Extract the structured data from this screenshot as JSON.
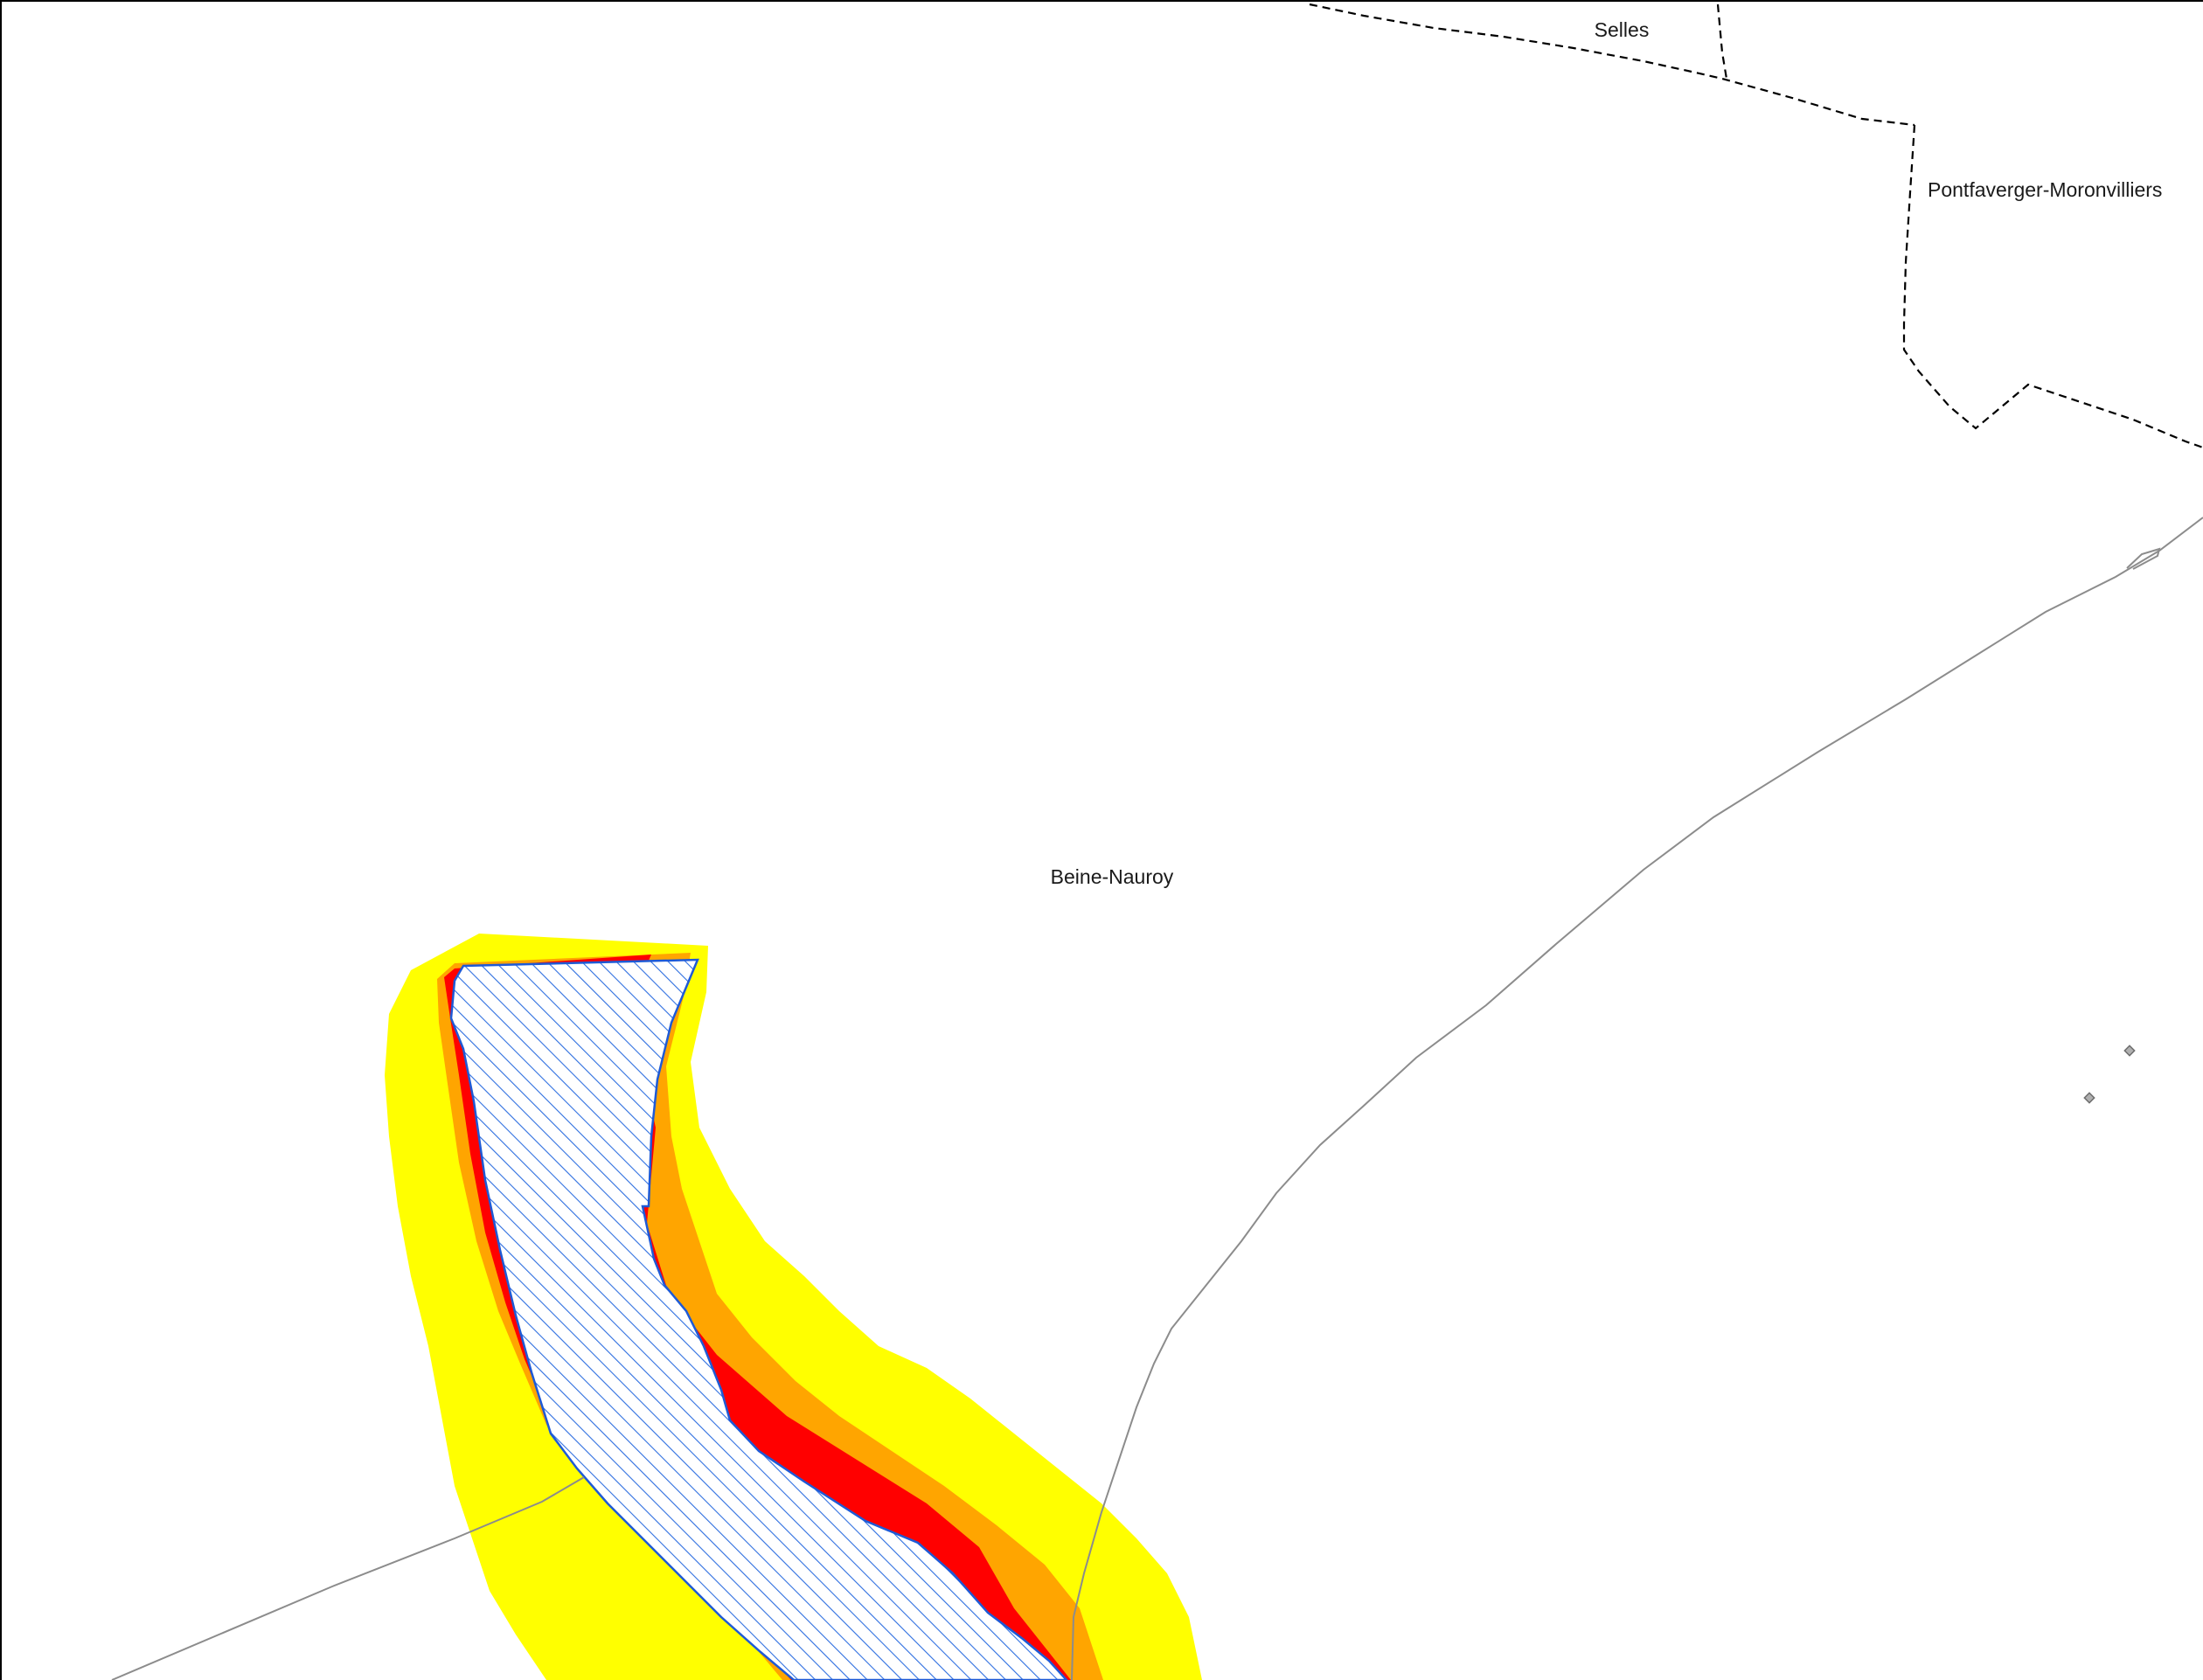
{
  "map": {
    "labels": {
      "selles": "Selles",
      "pontfaverger": "Pontfaverger-Moronvilliers",
      "beine_nauroy": "Beine-Nauroy"
    },
    "colors": {
      "zone_outer": "#ffff00",
      "zone_middle": "#ffa500",
      "zone_inner": "#ff0000",
      "hatched_area_stroke": "#1e5ad6",
      "hatch_lines": "#2f6fe0",
      "commune_boundary": "#000000",
      "road": "#8c8c8c",
      "frame": "#000000"
    }
  }
}
